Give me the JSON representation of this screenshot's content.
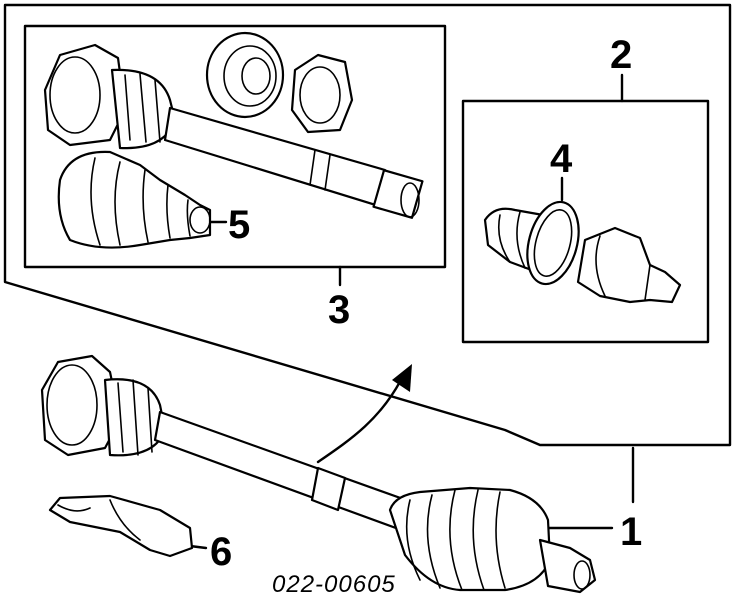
{
  "callouts": {
    "c1": "1",
    "c2": "2",
    "c3": "3",
    "c4": "4",
    "c5": "5",
    "c6": "6"
  },
  "figure_code": "022-00605"
}
